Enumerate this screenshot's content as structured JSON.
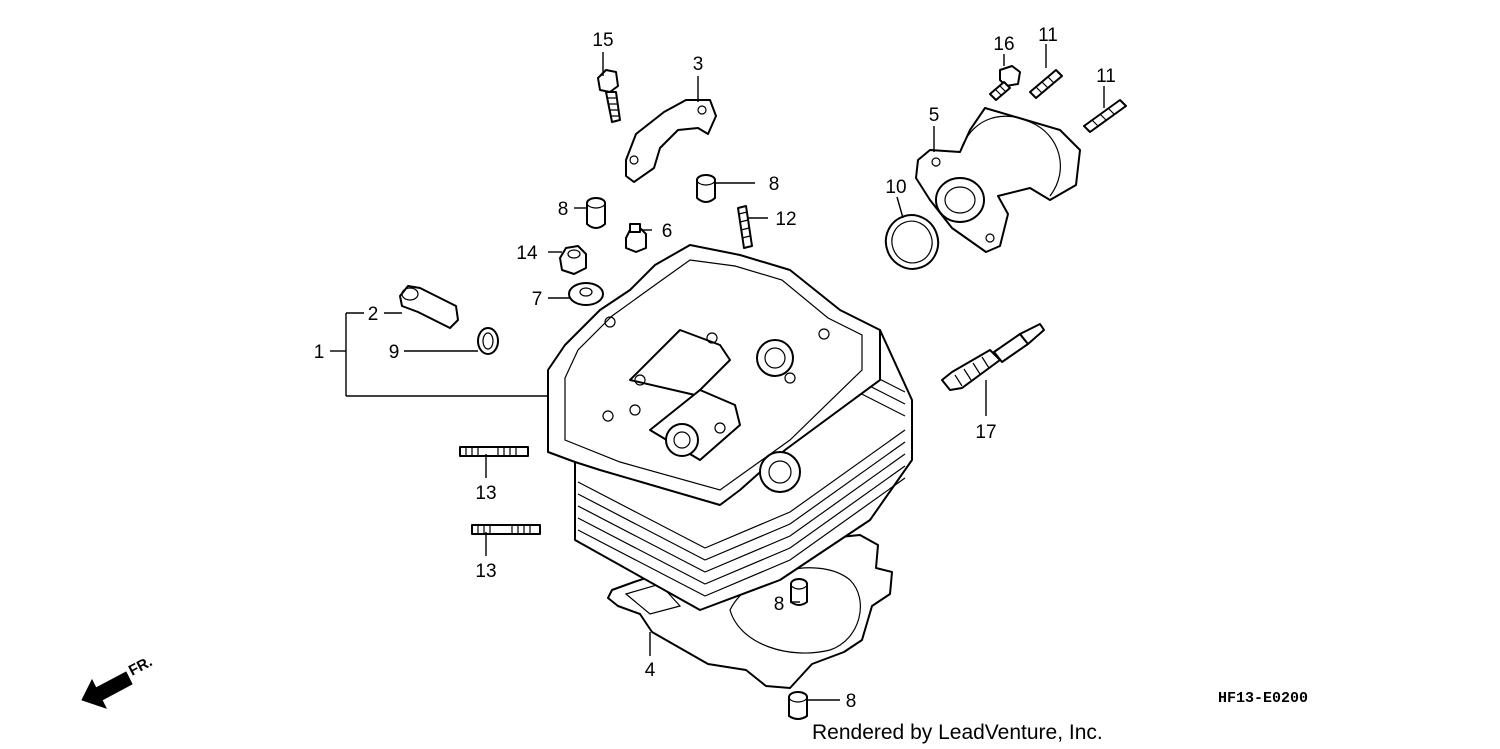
{
  "callouts": {
    "c1": "1",
    "c2": "2",
    "c3": "3",
    "c4": "4",
    "c5": "5",
    "c6": "6",
    "c7": "7",
    "c8a": "8",
    "c8b": "8",
    "c8c": "8",
    "c8d": "8",
    "c9": "9",
    "c10": "10",
    "c11a": "11",
    "c11b": "11",
    "c12": "12",
    "c13a": "13",
    "c13b": "13",
    "c14": "14",
    "c15": "15",
    "c16": "16",
    "c17": "17"
  },
  "direction": {
    "label": "FR."
  },
  "diagram_code": "HF13-E0200",
  "credit": "Rendered by LeadVenture, Inc."
}
